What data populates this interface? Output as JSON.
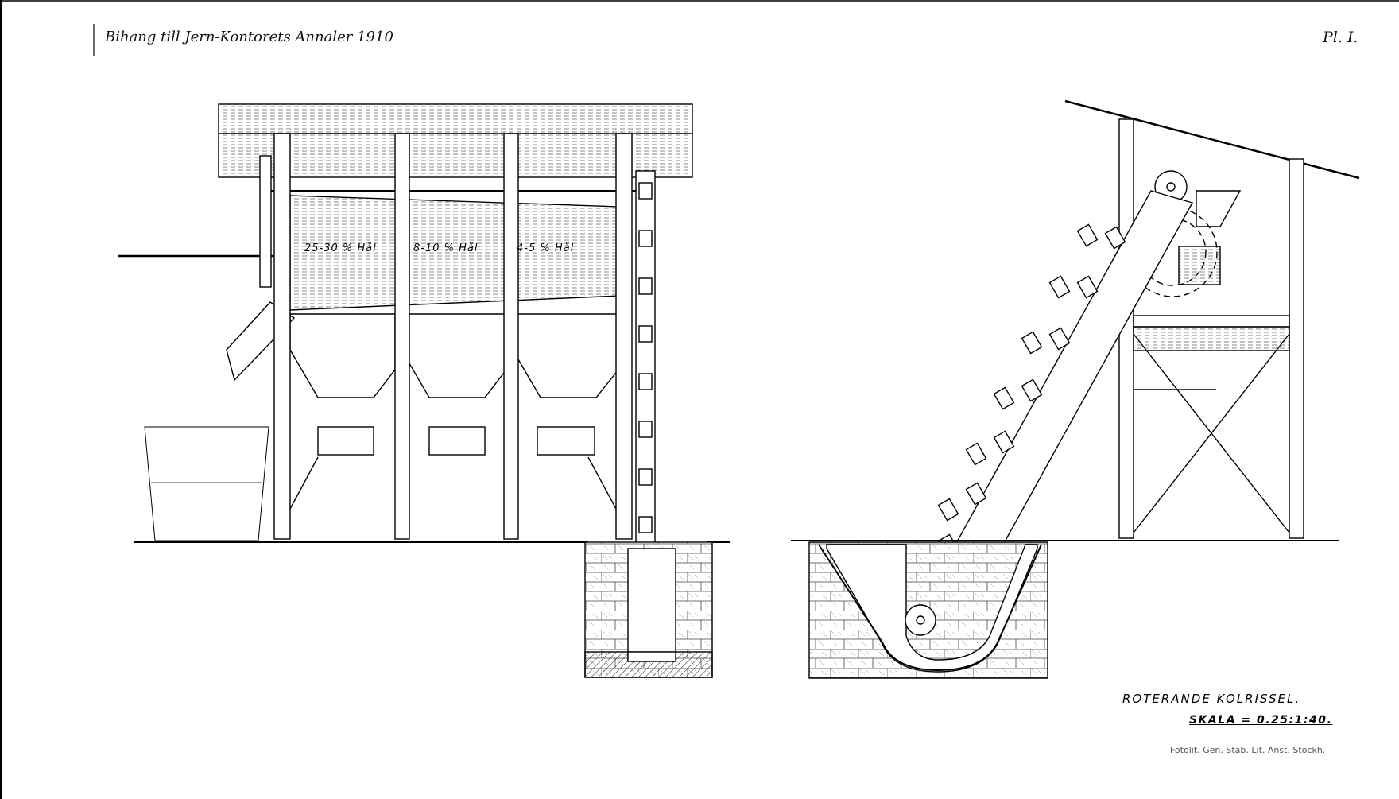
{
  "header": {
    "publication": "Bihang till Jern-Kontorets Annaler 1910",
    "plate": "Pl. I."
  },
  "drawing": {
    "title": "ROTERANDE KOLRISSEL.",
    "scale": "SKALA = 0.25:1:40.",
    "imprint": "Fotolit. Gen. Stab. Lit. Anst. Stockh."
  },
  "screen_labels": [
    "25-30 % Hål",
    "8-10 % Hål",
    "4-5 % Hål"
  ]
}
